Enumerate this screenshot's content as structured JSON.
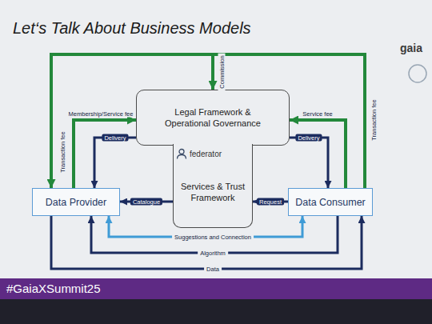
{
  "diagram": {
    "title": "Let‘s Talk About Business Models",
    "nodes": [
      {
        "text": [
          "Legal Framework & Operational Governance"
        ]
      },
      {
        "text": [
          "Data Provider"
        ]
      },
      {
        "text": [
          "Services & Trust Framework"
        ]
      },
      {
        "text": [
          "Data Consumer"
        ]
      }
    ],
    "edges": [
      {
        "from": 3,
        "to": 1,
        "label": "Transaction fee",
        "arrow": "to"
      },
      {
        "from": 3,
        "to": 0,
        "label": "Commission",
        "arrow": "to"
      },
      {
        "from": 1,
        "to": 0,
        "label": "Membership/Service fee",
        "arrow": "to"
      },
      {
        "from": 3,
        "to": 0,
        "label": "Service fee",
        "arrow": "to"
      },
      {
        "from": 0,
        "to": 1,
        "label": "Delivery",
        "arrow": "to"
      },
      {
        "from": 0,
        "to": 3,
        "label": "Delivery",
        "arrow": "to"
      },
      {
        "from": 2,
        "to": 1,
        "label": "Catalogue",
        "arrow": "to"
      },
      {
        "from": 3,
        "to": 2,
        "label": "Request",
        "arrow": "to"
      },
      {
        "from": 1,
        "to": 3,
        "label": "Suggestions and Connection",
        "arrow": "both"
      },
      {
        "from": 3,
        "to": 1,
        "label": "Algorithm",
        "arrow": "to"
      },
      {
        "from": 1,
        "to": 3,
        "label": "Data",
        "arrow": "to"
      }
    ],
    "labels": [
      "federator",
      "Transaction fee",
      "gaia",
      "#GaiaXSummit25"
    ]
  }
}
